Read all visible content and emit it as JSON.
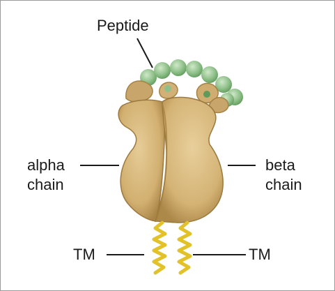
{
  "labels": {
    "peptide": "Peptide",
    "alpha_line1": "alpha",
    "alpha_line2": "chain",
    "beta_line1": "beta",
    "beta_line2": "chain",
    "tm_left": "TM",
    "tm_right": "TM"
  },
  "colors": {
    "protein": "#d7b97f",
    "protein_shadow": "#b8955a",
    "peptide": "#8fc08a",
    "helix": "#e1c22a",
    "line": "#1a1a1a"
  }
}
